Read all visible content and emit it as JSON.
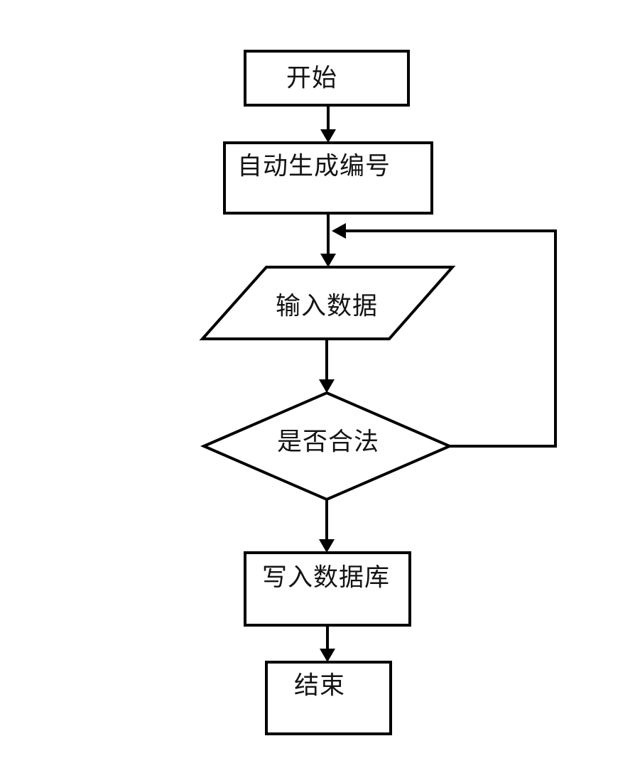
{
  "diagram": {
    "type": "flowchart",
    "background_color": "#ffffff",
    "stroke_color": "#000000",
    "text_color": "#141414",
    "nodes": [
      {
        "id": "start",
        "shape": "rectangle",
        "label": "开始"
      },
      {
        "id": "auto-generate-number",
        "shape": "rectangle",
        "label": "自动生成编号"
      },
      {
        "id": "input-data",
        "shape": "parallelogram",
        "label": "输入数据"
      },
      {
        "id": "is-valid",
        "shape": "diamond",
        "label": "是否合法"
      },
      {
        "id": "write-to-database",
        "shape": "rectangle",
        "label": "写入数据库"
      },
      {
        "id": "end",
        "shape": "rectangle",
        "label": "结束"
      }
    ],
    "edges": [
      {
        "from": "start",
        "to": "auto-generate-number",
        "style": "straight-arrow-down"
      },
      {
        "from": "auto-generate-number",
        "to": "input-data",
        "style": "straight-arrow-down"
      },
      {
        "from": "input-data",
        "to": "is-valid",
        "style": "straight-arrow-down"
      },
      {
        "from": "is-valid",
        "to": "input-data",
        "style": "loop-back-right"
      },
      {
        "from": "is-valid",
        "to": "write-to-database",
        "style": "straight-arrow-down"
      },
      {
        "from": "write-to-database",
        "to": "end",
        "style": "straight-arrow-down"
      }
    ]
  }
}
